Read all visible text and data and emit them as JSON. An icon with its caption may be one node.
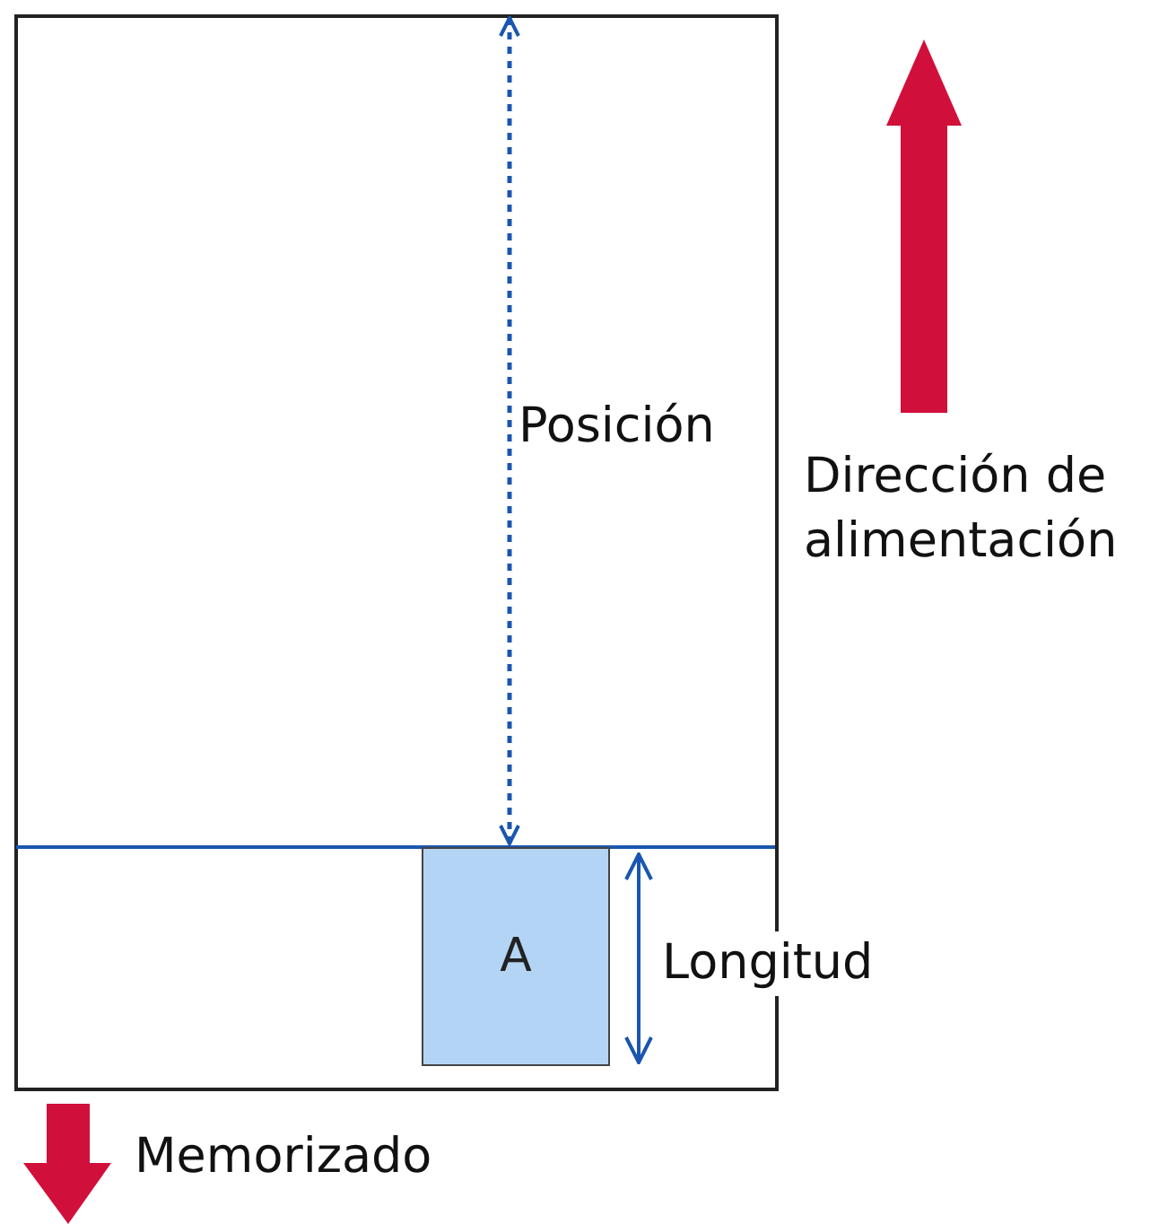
{
  "diagram": {
    "nodes": [
      {
        "text": [
          "A"
        ]
      }
    ],
    "labels": [
      "Posición",
      "Dirección de alimentación",
      "Longitud",
      "Memorizado"
    ]
  }
}
